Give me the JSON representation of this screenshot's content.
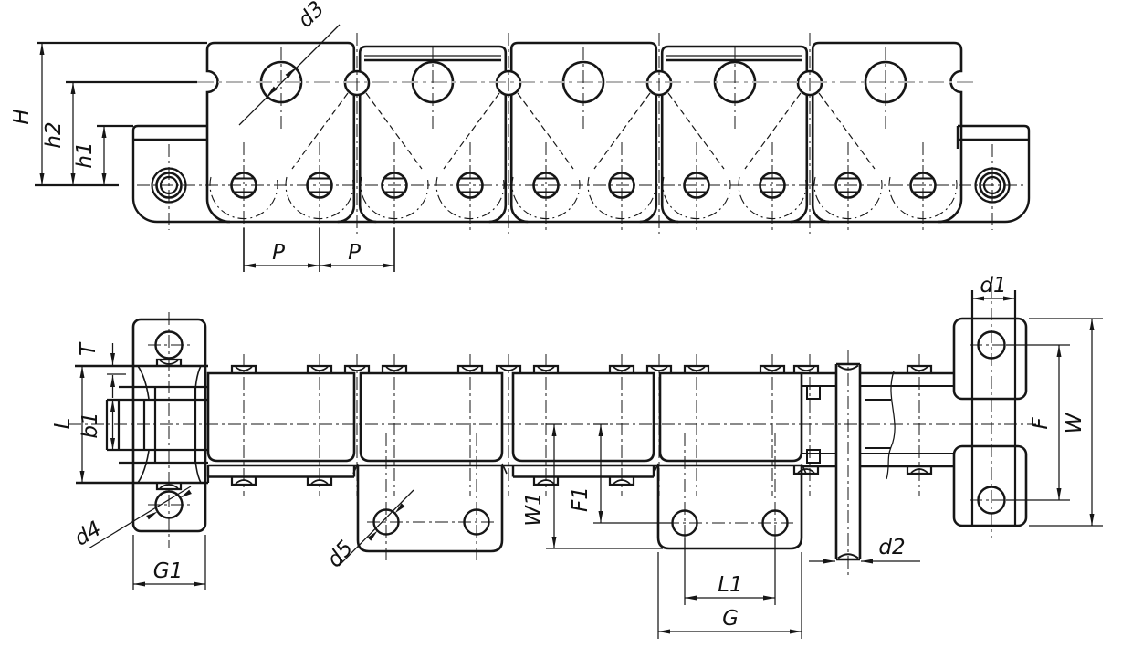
{
  "page": {
    "background": "#ffffff",
    "line_color": "#161616",
    "centerline_color": "#b3b3b3",
    "description": "Engineering drawing of a roller conveyor chain with bent attachments, two orthographic views with dimension callouts"
  },
  "drawing": {
    "side_view": {
      "labels": {
        "H": "H",
        "h2": "h2",
        "h1": "h1",
        "d3": "d3",
        "P": "P"
      }
    },
    "plan_view": {
      "labels": {
        "T": "T",
        "L": "L",
        "b1": "b1",
        "d4": "d4",
        "G1": "G1",
        "d5": "d5",
        "W1": "W1",
        "F1": "F1",
        "L1": "L1",
        "G": "G",
        "d2": "d2",
        "d1": "d1",
        "F": "F",
        "W": "W"
      }
    }
  }
}
